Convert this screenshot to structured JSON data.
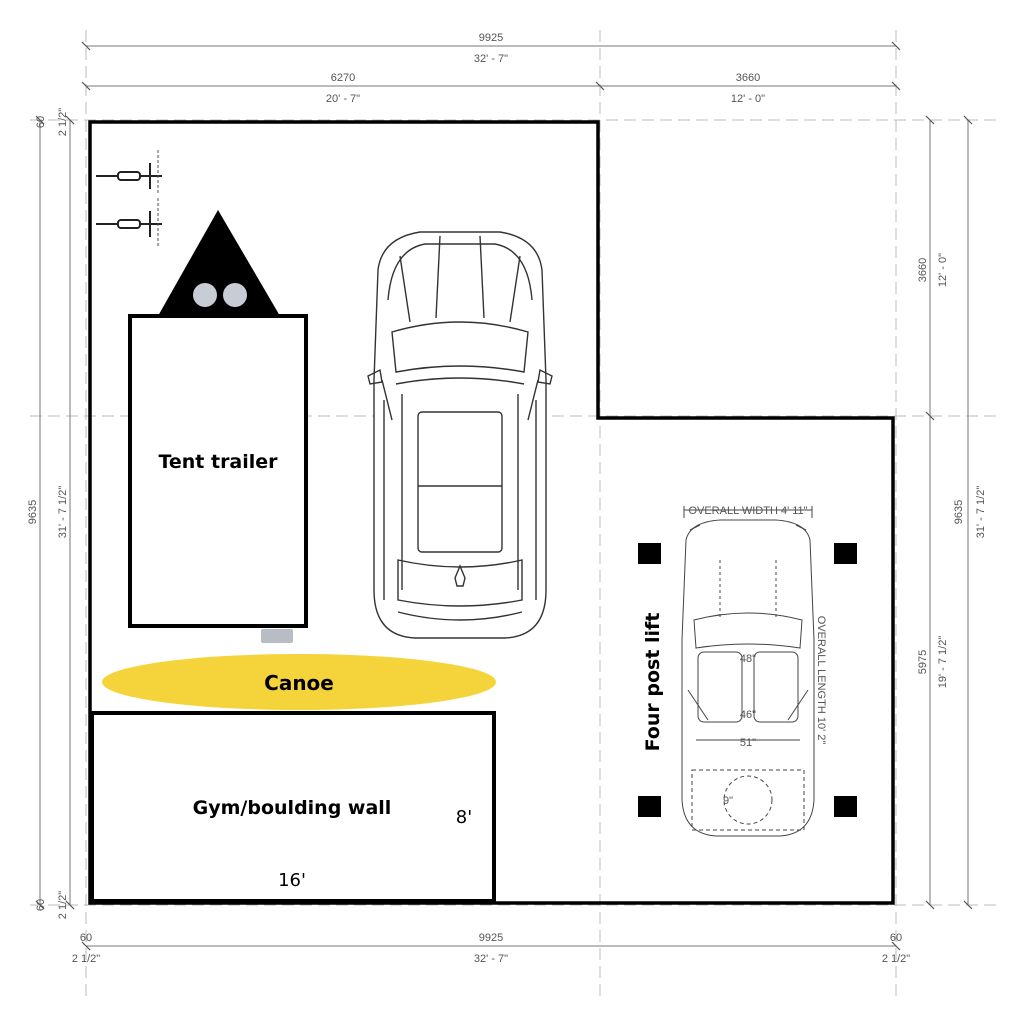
{
  "dimensions": {
    "top_total_mm": "9925",
    "top_total_ft": "32' - 7\"",
    "top_left_mm": "6270",
    "top_left_ft": "20' - 7\"",
    "top_right_mm": "3660",
    "top_right_ft": "12' - 0\"",
    "left_total_mm": "9635",
    "left_total_ft": "31' - 7 1/2\"",
    "left_top_mm": "60",
    "left_top_ft": "2 1/2\"",
    "left_bottom_mm": "60",
    "left_bottom_ft": "2 1/2\"",
    "right_upper_mm": "3660",
    "right_upper_ft": "12' - 0\"",
    "right_lower_mm": "5975",
    "right_lower_ft": "19' - 7 1/2\"",
    "right_total_mm": "9635",
    "right_total_ft": "31' - 7 1/2\"",
    "bottom_total_mm": "9925",
    "bottom_total_ft": "32' - 7\"",
    "bottom_left_mm": "60",
    "bottom_left_ft": "2 1/2\"",
    "bottom_right_mm": "60",
    "bottom_right_ft": "2 1/2\""
  },
  "labels": {
    "tent_trailer": "Tent trailer",
    "canoe": "Canoe",
    "gym_wall": "Gym/boulding wall",
    "gym_height": "8'",
    "gym_width": "16'",
    "lift": "Four post lift"
  },
  "lift_diagram": {
    "overall_width": "OVERALL WIDTH 4' 11\"",
    "overall_length": "OVERALL LENGTH 10' 2\"",
    "dim_a": "48\"",
    "dim_b": "46\"",
    "dim_c": "51\"",
    "dim_d": "9\""
  },
  "colors": {
    "wall": "#000000",
    "canoe": "#f5d33a",
    "wheel": "#c8ccd4",
    "hitch": "#b8bcc4",
    "dim_line": "#888888"
  }
}
